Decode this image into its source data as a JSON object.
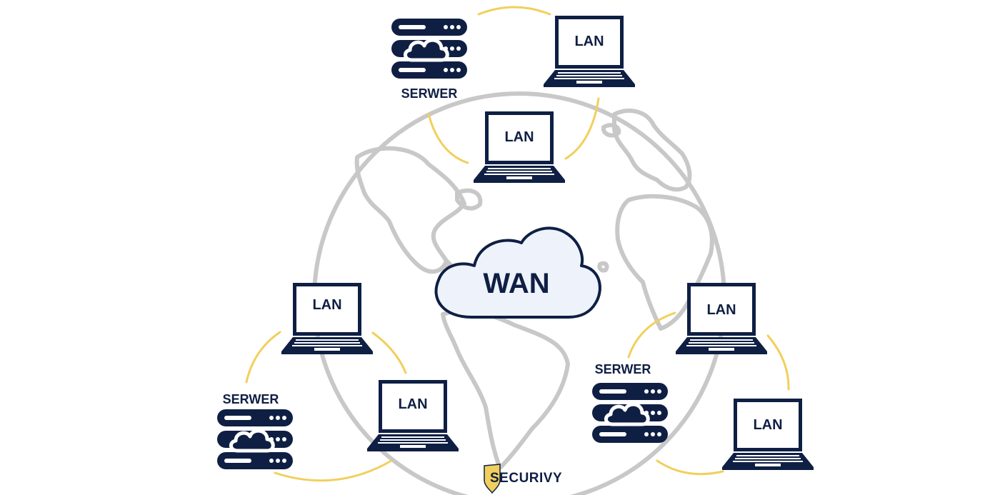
{
  "diagram": {
    "center": {
      "label": "WAN",
      "icon": "cloud-icon"
    },
    "nodes": [
      {
        "type": "server",
        "label": "SERWER",
        "icon": "server-cloud-icon"
      },
      {
        "type": "lan",
        "label": "LAN",
        "icon": "laptop-icon"
      },
      {
        "type": "lan",
        "label": "LAN",
        "icon": "laptop-icon"
      },
      {
        "type": "lan",
        "label": "LAN",
        "icon": "laptop-icon"
      },
      {
        "type": "server",
        "label": "SERWER",
        "icon": "server-cloud-icon"
      },
      {
        "type": "lan",
        "label": "LAN",
        "icon": "laptop-icon"
      },
      {
        "type": "lan",
        "label": "LAN",
        "icon": "laptop-icon"
      },
      {
        "type": "server",
        "label": "SERWER",
        "icon": "server-cloud-icon"
      },
      {
        "type": "lan",
        "label": "LAN",
        "icon": "laptop-icon"
      }
    ]
  },
  "logo": {
    "text": "SECURIVY",
    "icon": "shield-icon"
  },
  "colors": {
    "navy": "#0f1f44",
    "link": "#f2cf5b",
    "globe": "#c8c8c8",
    "cloud_fill": "#eef2fa"
  }
}
